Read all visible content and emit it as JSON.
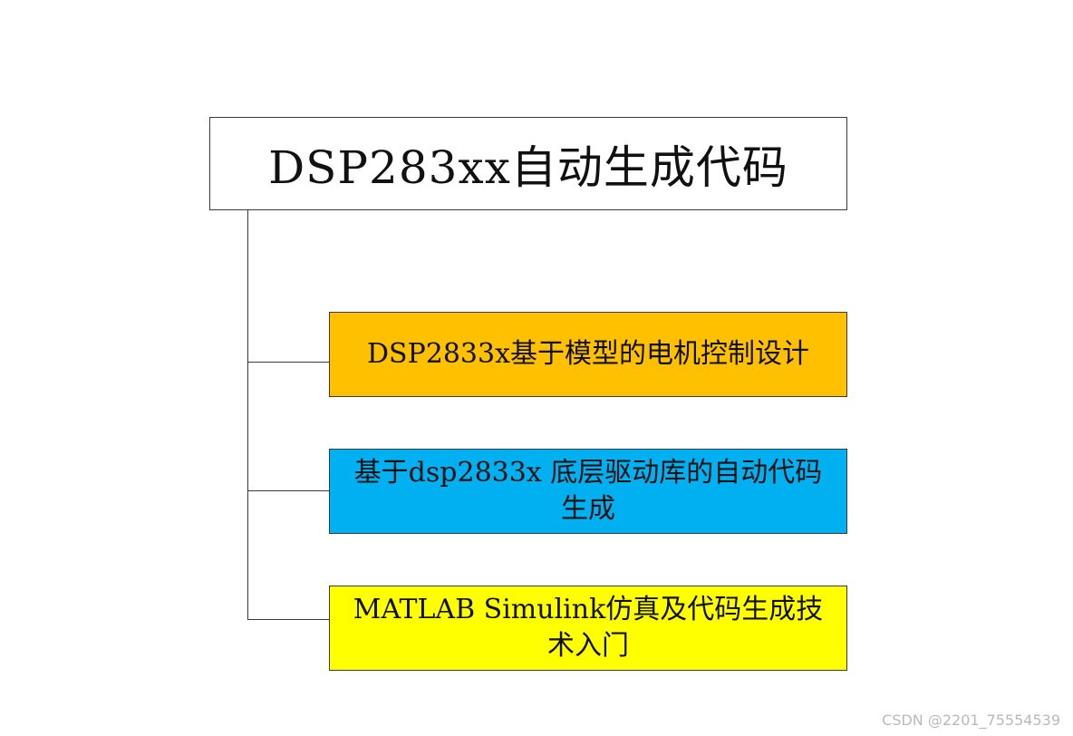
{
  "root": {
    "label": "DSP283xx自动生成代码",
    "fill": "#ffffff"
  },
  "children": [
    {
      "label": "DSP2833x基于模型的电机控制设计",
      "fill": "#ffc000"
    },
    {
      "label": "基于dsp2833x 底层驱动库的自动代码生成",
      "fill": "#00b0f0"
    },
    {
      "label": "MATLAB Simulink仿真及代码生成技术入门",
      "fill": "#ffff00"
    }
  ],
  "line_color": "#3a3a3a",
  "watermark": "CSDN @2201_75554539"
}
